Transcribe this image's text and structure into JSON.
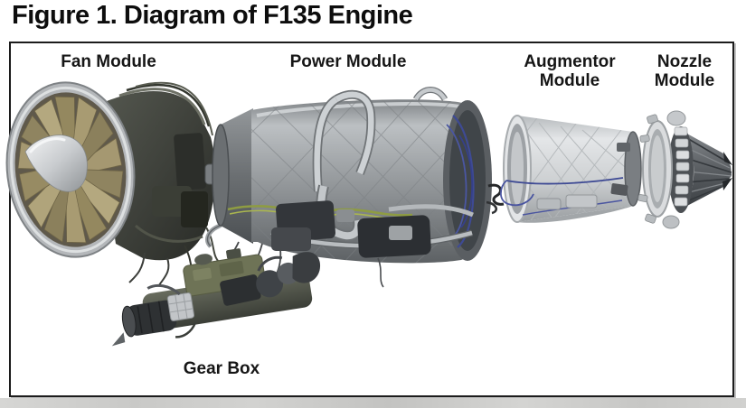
{
  "figure": {
    "title": "Figure 1. Diagram of F135 Engine"
  },
  "labels": {
    "fan": "Fan Module",
    "power": "Power Module",
    "augmentor": "Augmentor Module",
    "nozzle": "Nozzle Module",
    "gearbox": "Gear Box"
  },
  "colors": {
    "title_text": "#0d0d0d",
    "label_text": "#161616",
    "frame_border": "#1c1c1c",
    "background": "#ffffff",
    "fan_blade_gold": "#a59871",
    "engine_body_gray": "#989ca0",
    "augmentor_silver": "#d6d9db",
    "nozzle_petal_dark": "#55595d",
    "harness_green": "#8e9c42",
    "cable_blue": "#3e4a94",
    "gearbox_olive": "#6e7356",
    "bottom_strip_gray": "#cccccb"
  }
}
